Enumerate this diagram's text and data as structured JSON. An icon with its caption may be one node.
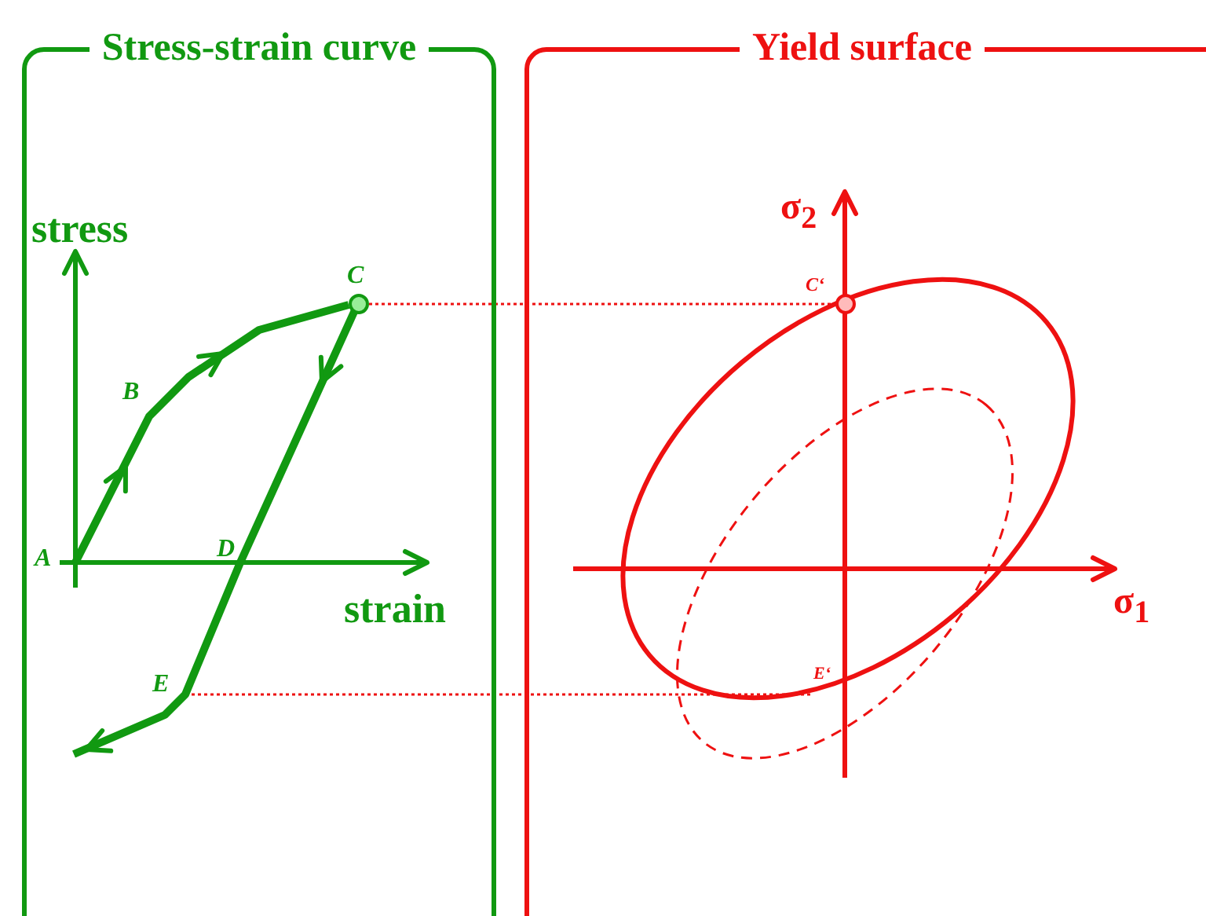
{
  "diagram": {
    "nodes": [
      {
        "text": [
          "Stress-strain curve"
        ]
      },
      {
        "text": [],
        "shape": "circle",
        "in": 0,
        "beside": [
          "C"
        ]
      },
      {
        "text": [
          "E"
        ],
        "in": 0
      },
      {
        "text": [
          "Yield surface"
        ]
      },
      {
        "text": [],
        "shape": "circle",
        "in": 3,
        "beside": [
          "C‘"
        ]
      },
      {
        "text": [
          "E‘"
        ],
        "in": 3
      }
    ],
    "edges": [
      {
        "from": 1,
        "to": 4,
        "arrow": "none",
        "style": "dashed"
      },
      {
        "from": 2,
        "to": 5,
        "arrow": "none",
        "style": "dashed"
      }
    ],
    "labels": [
      "stress",
      "B",
      "A",
      "D",
      "strain",
      "σ$_{2}$",
      "σ$_{1}$"
    ]
  }
}
